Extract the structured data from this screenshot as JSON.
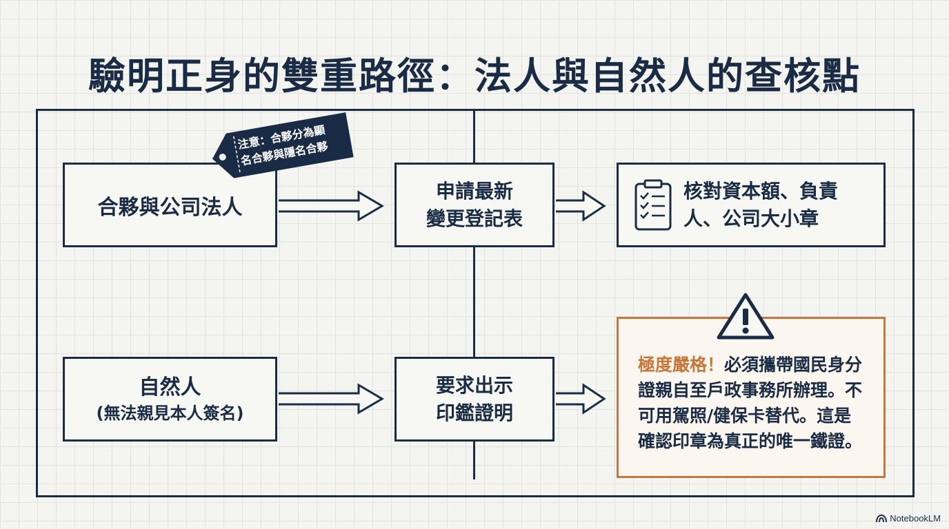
{
  "title": "驗明正身的雙重路徑：法人與自然人的查核點",
  "note_tag": {
    "line1": "注意：合夥分為顯",
    "line2": "名合夥與隱名合夥"
  },
  "row1": {
    "entity": "合夥與公司法人",
    "action_line1": "申請最新",
    "action_line2": "變更登記表",
    "result_line1": "核對資本額、負責",
    "result_line2": "人、公司大小章"
  },
  "row2": {
    "entity_line1": "自然人",
    "entity_line2": "(無法親見本人簽名)",
    "action_line1": "要求出示",
    "action_line2": "印鑑證明",
    "warning_highlight": "極度嚴格！",
    "warning_text": "必須攜帶國民身分證親自至戶政事務所辦理。不可用駕照/健保卡替代。這是確認印章為真正的唯一鐵證。"
  },
  "branding": "NotebookLM",
  "colors": {
    "navy": "#1a2b45",
    "warning_orange": "#c6773a",
    "background": "#f4f4f0"
  },
  "icons": [
    "checklist-clipboard-icon",
    "warning-triangle-icon",
    "notebooklm-logo-icon"
  ]
}
